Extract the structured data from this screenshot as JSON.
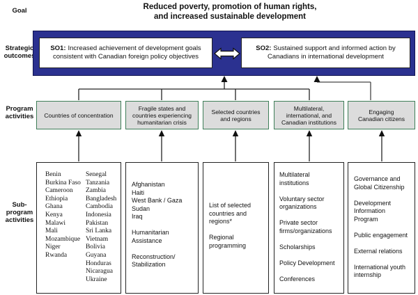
{
  "goal": {
    "label": "Goal",
    "title": "Reduced poverty, promotion of human rights,\nand increased sustainable development"
  },
  "side_labels": {
    "strategic_outcomes": "Strategic\noutcomes",
    "program_activities": "Program\nactivities",
    "subprogram_activities": "Sub-\nprogram\nactivities"
  },
  "strategic_outcomes": {
    "so1": {
      "prefix": "SO1:",
      "text": "Increased achievement of development goals consistent with Canadian foreign policy objectives"
    },
    "so2": {
      "prefix": "SO2:",
      "text": "Sustained support and informed action by Canadians in international development"
    },
    "double_arrow_icon": "double-headed-arrow"
  },
  "program_activities": [
    "Countries of concentration",
    "Fragile states and\ncountries experiencing\nhumanitarian crisis",
    "Selected countries\nand regions",
    "Multilateral,\ninternational, and\nCanadian institutions",
    "Engaging\nCanadian citizens"
  ],
  "subprogram_activities": {
    "countries_of_concentration": {
      "column1": [
        "Benin",
        "Burkina Faso",
        "Cameroon",
        "Ethiopia",
        "Ghana",
        "Kenya",
        "Malawi",
        "Mali",
        "Mozambique",
        "Niger",
        "Rwanda"
      ],
      "column2": [
        "Senegal",
        "Tanzania",
        "Zambia",
        "Bangladesh",
        "Cambodia",
        "Indonesia",
        "Pakistan",
        "Sri Lanka",
        "Vietnam",
        "Bolivia",
        "Guyana",
        "Honduras",
        "Nicaragua",
        "Ukraine"
      ]
    },
    "fragile_states": [
      "Afghanistan\nHaiti\nWest Bank / Gaza\nSudan\nIraq",
      "Humanitarian\nAssistance",
      "Reconstruction/\nStabilization"
    ],
    "selected_countries": [
      "List of selected\ncountries and\nregions*",
      "Regional\nprogramming"
    ],
    "multilateral_institutions": [
      "Multilateral\ninstitutions",
      "Voluntary sector\norganizations",
      "Private sector\nfirms/organizations",
      "Scholarships",
      "Policy Development",
      "Conferences"
    ],
    "engaging_citizens": [
      "Governance and\nGlobal Citizenship",
      "Development\nInformation\nProgram",
      "Public engagement",
      "External relations",
      "International youth\ninternship"
    ]
  },
  "colors": {
    "navy": "#2b3190",
    "navy_border": "#10134f",
    "gray_fill": "#dcdcdc",
    "green_border": "#3e7e58",
    "line": "#222222"
  }
}
